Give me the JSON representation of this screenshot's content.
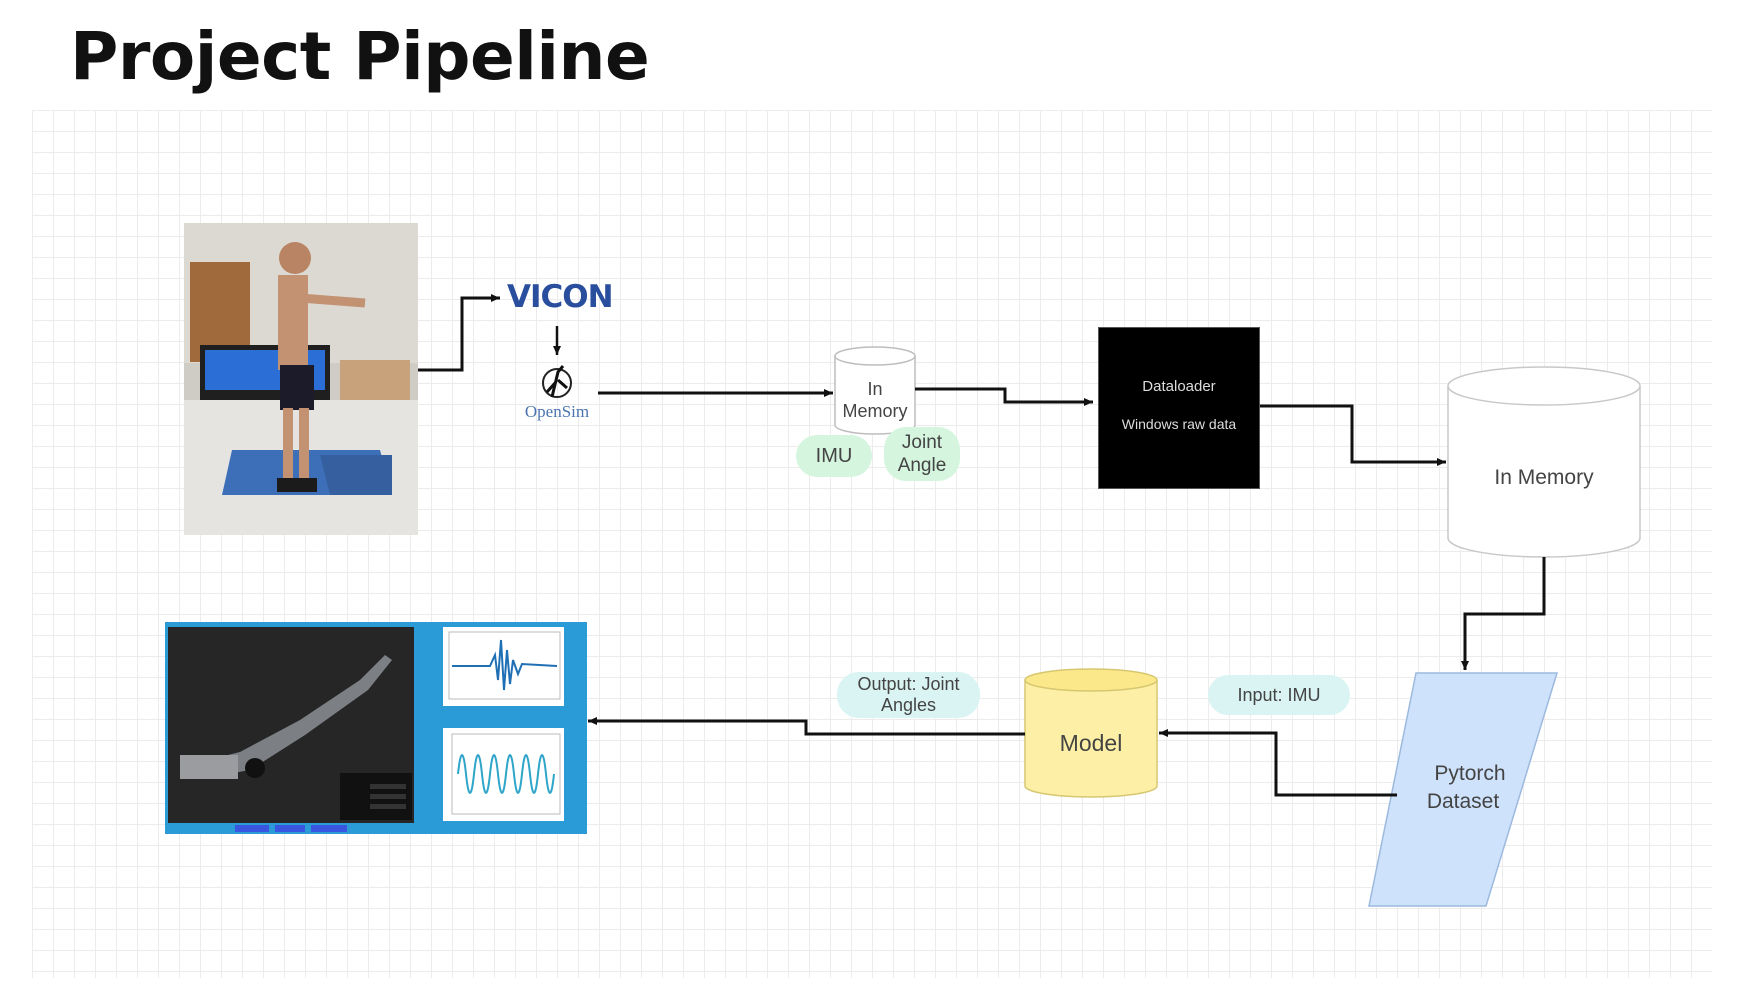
{
  "title": "Project Pipeline",
  "nodes": {
    "vicon_logo": "VICON",
    "opensim_logo": "OpenSim",
    "memory_small": "In Memory",
    "imu_tag": "IMU",
    "joint_angle_tag": "Joint Angle",
    "dataloader_line1": "Dataloader",
    "dataloader_line2": "Windows raw data",
    "memory_large": "In Memory",
    "pytorch_line1": "Pytorch",
    "pytorch_line2": "Dataset",
    "model": "Model",
    "input_tag": "Input: IMU",
    "output_tag": "Output: Joint Angles"
  },
  "colors": {
    "pill_green": "#d5f5df",
    "pill_cyan": "#d9f4f2",
    "dataloader_bg": "#000000",
    "model_fill": "#fdf0a6",
    "pytorch_fill": "#cfe2fb",
    "dashboard_bg": "#2a9bd6"
  },
  "images": {
    "lab_photo": "person-motion-capture-photo",
    "dashboard": "arm-model-and-plots-dashboard"
  }
}
